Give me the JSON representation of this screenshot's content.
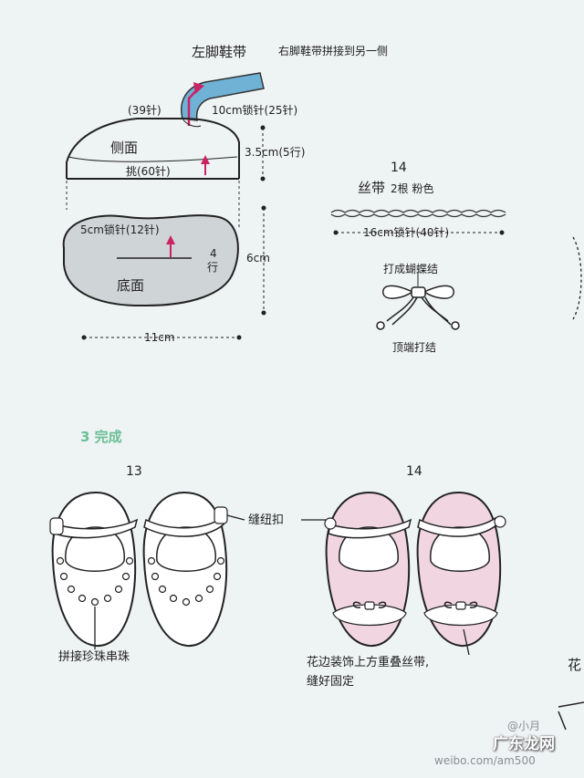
{
  "top": {
    "strap_title": "左脚鞋带",
    "strap_note": "右脚鞋带拼接到另一侧",
    "stitch_39": "(39针)",
    "chain_10cm": "10cm锁针(25针)",
    "side_label": "侧面",
    "height_label": "3.5cm(5行)",
    "pickup_label": "挑(60针)",
    "chain_5cm": "5cm锁针(12针)",
    "rows_4a": "4",
    "rows_4b": "行",
    "height_6cm": "6cm",
    "sole_label": "底面",
    "width_11cm": "11cm"
  },
  "ribbon": {
    "number": "14",
    "title": "丝带",
    "title_note": "2根 粉色",
    "chain_16cm": "16cm锁针(40针)",
    "bow_label": "打成蝴蝶结",
    "knot_label": "顶端打结"
  },
  "finish": {
    "section_title": "3 完成",
    "num_13": "13",
    "num_14": "14",
    "button_label": "缝纽扣",
    "beads_label": "拼接珍珠串珠",
    "lace_label_1": "花边装饰上方重叠丝带,",
    "lace_label_2": "缝好固定",
    "edge_char": "花"
  },
  "watermark": {
    "site": "weibo.com/am500",
    "brand": "广东龙网",
    "handle": "@小月"
  },
  "colors": {
    "strap_blue": "#6fb2d6",
    "sole_gray": "#cfd4d6",
    "shoe_pink": "#f1d6e2",
    "arrow_magenta": "#cc2266",
    "section_green": "#6abf95"
  }
}
